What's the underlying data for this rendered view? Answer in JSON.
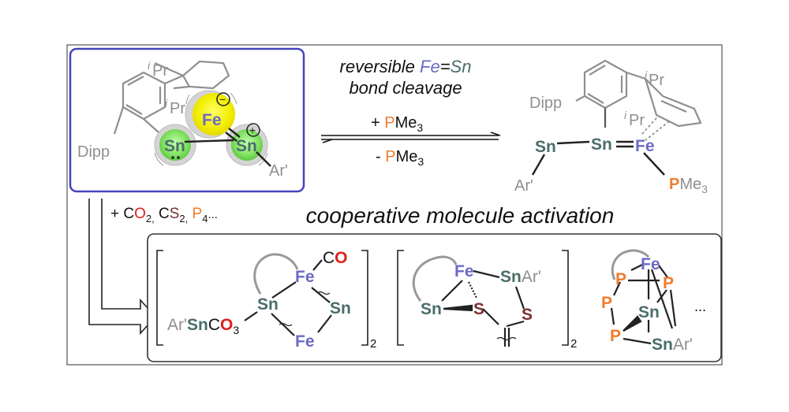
{
  "colors": {
    "fe": "#6b6bc4",
    "sn": "#4a6e68",
    "p": "#f07d2e",
    "o": "#e0201c",
    "s": "#7a3030",
    "gray": "#8f8f8f",
    "box_border": "#4444bb",
    "highlight_yellow": "#f5f000",
    "highlight_green": "#7fe060"
  },
  "header": {
    "line1_prefix": "reversible ",
    "line1_fe": "Fe",
    "line1_eq": "=",
    "line1_sn": "Sn",
    "line2": "bond cleavage"
  },
  "arrows": {
    "forward_plus": "+ ",
    "forward_p": "P",
    "forward_rest": "Me",
    "forward_sub": "3",
    "reverse_minus": "- ",
    "reverse_p": "P",
    "reverse_rest": "Me",
    "reverse_sub": "3"
  },
  "reactant": {
    "ipr_top": "Pr",
    "ipr_mid": "Pr",
    "i": "i",
    "dipp": "Dipp",
    "fe": "Fe",
    "sn_left": "Sn",
    "sn_right": "Sn",
    "ar": "Ar'",
    "minus": "−",
    "plus": "+"
  },
  "product": {
    "ipr_top": "Pr",
    "ipr_mid": "Pr",
    "i": "i",
    "dipp": "Dipp",
    "sn_left": "Sn",
    "sn_mid": "Sn",
    "fe": "Fe",
    "ar": "Ar'",
    "p": "P",
    "me": "Me",
    "me_sub": "3"
  },
  "reagents": {
    "plus": "+ C",
    "o2": "O",
    "sub2a": "2,",
    "c": " C",
    "s2": "S",
    "sub2b": "2,",
    "p4": " P",
    "sub4": "4",
    "ellipsis": "..."
  },
  "activation_title": "cooperative molecule activation",
  "complex1": {
    "fe_top": "Fe",
    "co_c": "C",
    "co_o": "O",
    "sn_left": "Sn",
    "sn_right": "Sn",
    "fe_bottom": "Fe",
    "ar_sn": "Ar'",
    "sn_label": "Sn",
    "c_label": "C",
    "o_label": "O",
    "o_sub": "3",
    "dimer_sub": "2"
  },
  "complex2": {
    "fe": "Fe",
    "sn_ar_sn": "Sn",
    "sn_ar_ar": "Ar'",
    "sn": "Sn",
    "s1": "S",
    "s2": "S",
    "dimer_sub": "2"
  },
  "complex3": {
    "fe": "Fe",
    "p1": "P",
    "p2": "P",
    "p3": "P",
    "p4": "P",
    "sn": "Sn",
    "snar_sn": "Sn",
    "snar_ar": "Ar'",
    "ellipsis": "..."
  }
}
